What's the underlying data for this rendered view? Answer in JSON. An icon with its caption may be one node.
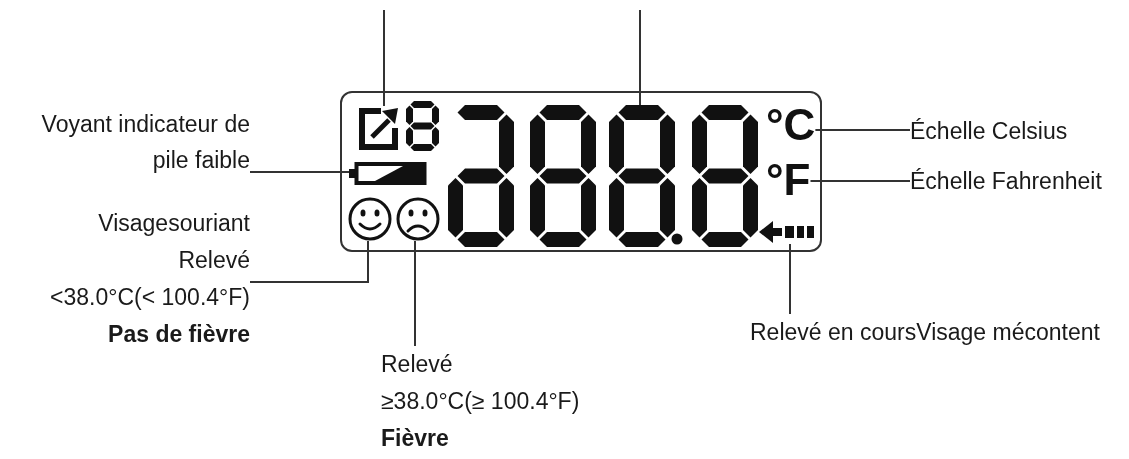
{
  "diagram": {
    "nodes": [
      {
        "text": [],
        "shape": "box"
      },
      {
        "text": [],
        "shape": "picture",
        "in": 0
      },
      {
        "text": [],
        "shape": "picture",
        "in": 0
      },
      {
        "text": [
          "°C"
        ],
        "in": 0
      },
      {
        "text": [],
        "shape": "picture",
        "in": 0
      },
      {
        "text": [
          "°F"
        ],
        "in": 0
      },
      {
        "text": [],
        "shape": "picture",
        "in": 0
      },
      {
        "text": [],
        "shape": "picture",
        "in": 0
      },
      {
        "text": [],
        "shape": "picture",
        "in": 0
      },
      {
        "text": [
          "Voyant indicateur de pile faible"
        ]
      },
      {
        "text": [
          "Échelle Celsius"
        ]
      },
      {
        "text": [
          "Échelle Fahrenheit"
        ]
      },
      {
        "text": [
          "Visagesouriant",
          "Relevé",
          "<38.0°C(< 100.4°F)",
          "Pas de fièvre"
        ]
      },
      {
        "text": [
          "Relevé en coursVisage mécontent"
        ]
      },
      {
        "text": [
          "Relevé",
          "≥38.0°C(≥ 100.4°F)",
          "Fièvre"
        ]
      }
    ],
    "edges": [
      {
        "from": null,
        "to": 1,
        "arrow": "none"
      },
      {
        "from": null,
        "to": 2,
        "arrow": "none"
      },
      {
        "from": 9,
        "to": 4,
        "arrow": "none"
      },
      {
        "from": 10,
        "to": 3,
        "arrow": "none"
      },
      {
        "from": 11,
        "to": 5,
        "arrow": "none"
      },
      {
        "from": 12,
        "to": 6,
        "arrow": "none"
      },
      {
        "from": 14,
        "to": 7,
        "arrow": "none"
      },
      {
        "from": 13,
        "to": 8,
        "arrow": "none"
      }
    ]
  }
}
